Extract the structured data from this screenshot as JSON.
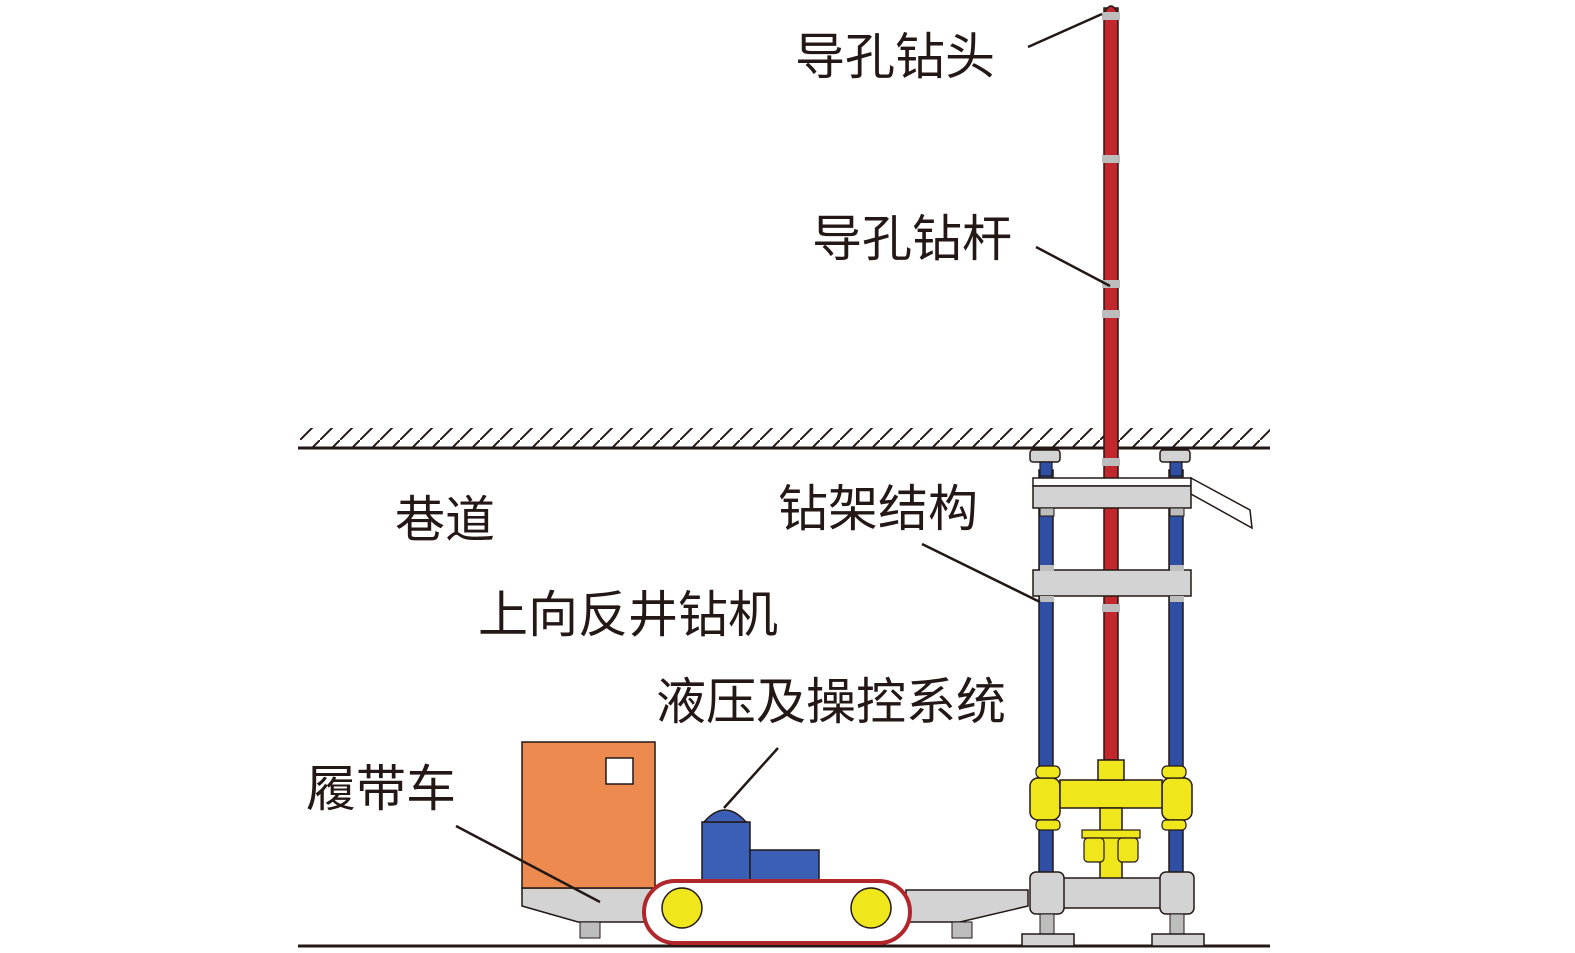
{
  "labels": {
    "bit": "导孔钻头",
    "rod": "导孔钻杆",
    "frame": "钻架结构",
    "roadway": "巷道",
    "machine": "上向反井钻机",
    "hydraulic": "液压及操控系统",
    "crawler": "履带车"
  },
  "colors": {
    "rod": "#c1272d",
    "column": "#2e4fa3",
    "gray": "#d3d3d3",
    "gray_dark": "#bdbdbd",
    "yellow": "#f0e61c",
    "orange": "#ed8a4f",
    "blue": "#3b5fb5",
    "track": "#b0262b",
    "line": "#231815"
  }
}
